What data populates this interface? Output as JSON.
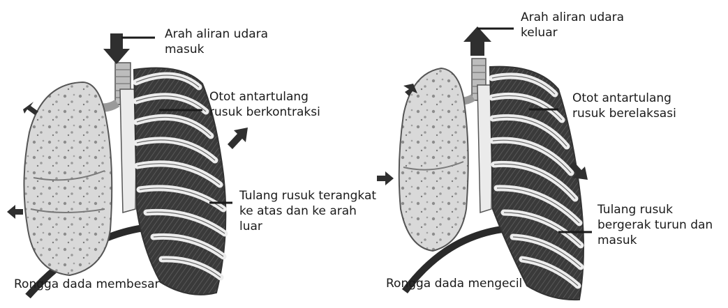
{
  "panels": [
    {
      "id": "inhale",
      "labels": {
        "airflow": [
          "Arah aliran udara",
          "masuk"
        ],
        "muscle": [
          "Otot antartulang",
          "rusuk berkontraksi"
        ],
        "ribs": [
          "Tulang rusuk terangkat",
          "ke atas dan ke arah",
          "luar"
        ]
      },
      "caption": "Rongga dada membesar",
      "airflow_arrow": "down-arrow-icon"
    },
    {
      "id": "exhale",
      "labels": {
        "airflow": [
          "Arah aliran udara",
          "keluar"
        ],
        "muscle": [
          "Otot antartulang",
          "rusuk berelaksasi"
        ],
        "ribs": [
          "Tulang rusuk",
          "bergerak turun dan",
          "masuk"
        ]
      },
      "caption": "Rongga dada mengecil",
      "airflow_arrow": "up-arrow-icon"
    }
  ],
  "colors": {
    "ink": "#1a1a1a",
    "lung_fill": "#d9d9d9",
    "rib_fill": "#e9e9e9",
    "muscle_fill": "#3a3a3a",
    "arrow": "#2f2f2f"
  }
}
